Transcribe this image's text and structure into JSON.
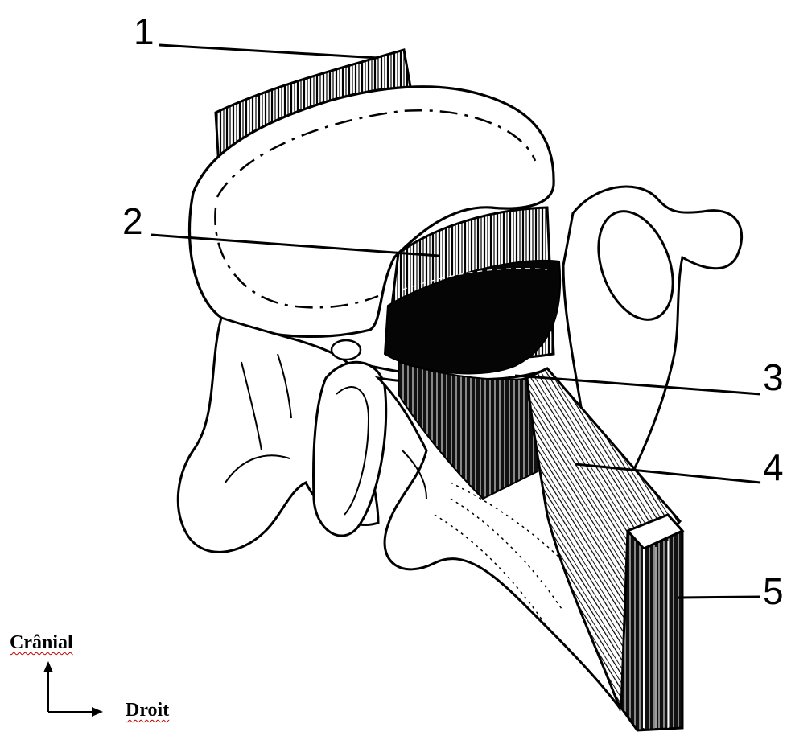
{
  "labels": {
    "l1": "1",
    "l2": "2",
    "l3": "3",
    "l4": "4",
    "l5": "5"
  },
  "orientation": {
    "cranial": "Crânial",
    "right": "Droit"
  },
  "colors": {
    "ink": "#000000",
    "paper": "#ffffff",
    "spell_underline": "#c00000"
  }
}
